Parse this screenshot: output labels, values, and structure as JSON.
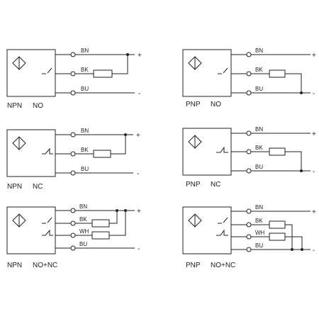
{
  "colors": {
    "ink": "#222222",
    "bg": "#ffffff"
  },
  "icons": {
    "sensor": "proximity-sensor-symbol",
    "terminal": "open-circle-terminal",
    "resistor": "resistor-box"
  },
  "terminals": {
    "plus": "+",
    "minus": "-"
  },
  "circuits": [
    {
      "id": "npn-no",
      "type": "NPN",
      "mode": "NO",
      "wires": [
        "BN",
        "BK",
        "BU"
      ]
    },
    {
      "id": "pnp-no",
      "type": "PNP",
      "mode": "NO",
      "wires": [
        "BN",
        "BK",
        "BU"
      ]
    },
    {
      "id": "npn-nc",
      "type": "NPN",
      "mode": "NC",
      "wires": [
        "BN",
        "BK",
        "BU"
      ]
    },
    {
      "id": "pnp-nc",
      "type": "PNP",
      "mode": "NC",
      "wires": [
        "BN",
        "BK",
        "BU"
      ]
    },
    {
      "id": "npn-no-nc",
      "type": "NPN",
      "mode": "NO+NC",
      "wires": [
        "BN",
        "BK",
        "WH",
        "BU"
      ]
    },
    {
      "id": "pnp-no-nc",
      "type": "PNP",
      "mode": "NO+NC",
      "wires": [
        "BN",
        "BK",
        "WH",
        "BU"
      ]
    }
  ]
}
